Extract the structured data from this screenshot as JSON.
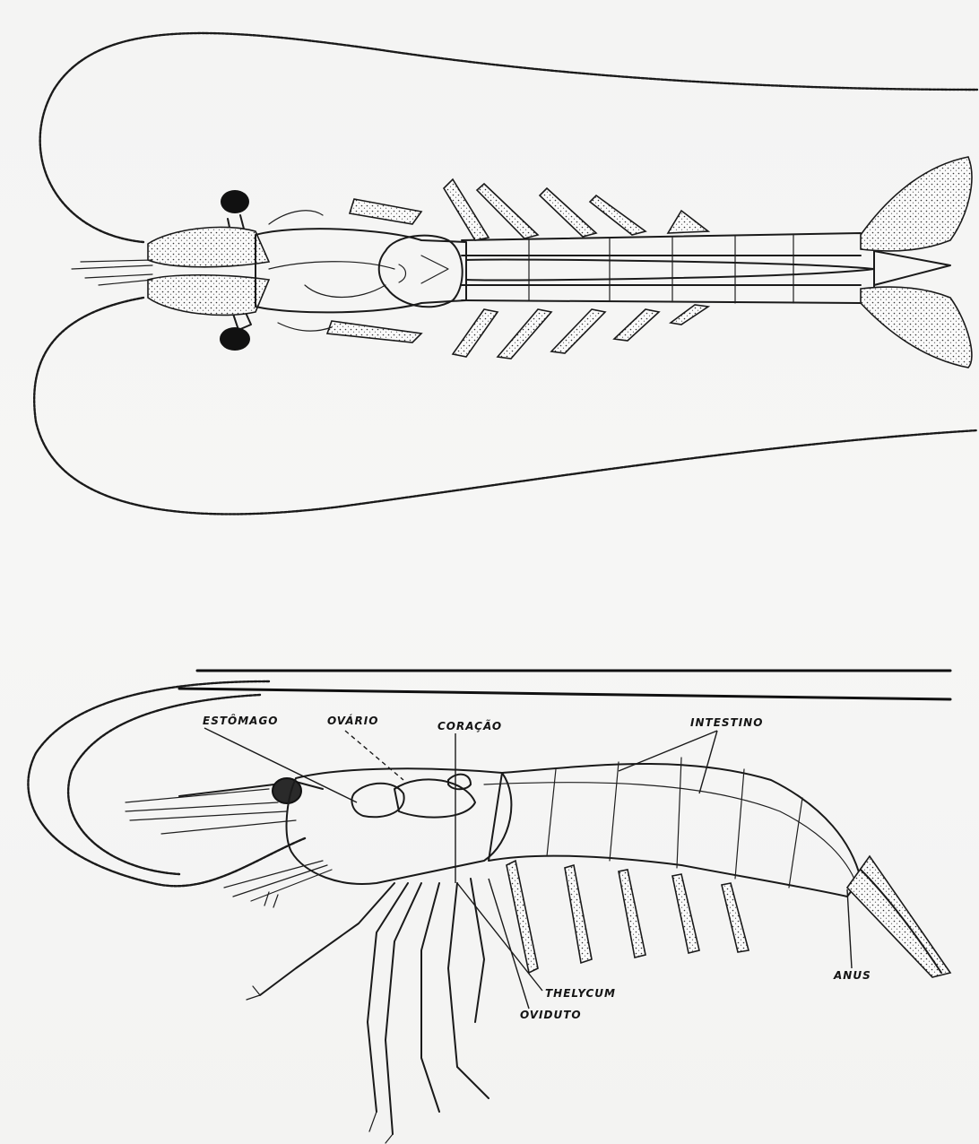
{
  "figure": {
    "labels": {
      "estomago": "ESTÔMAGO",
      "ovario": "OVÁRIO",
      "coracao": "CORAÇÃO",
      "intestino": "INTESTINO",
      "anus": "ANUS",
      "thelycum": "THELYCUM",
      "oviduto": "OVIDUTO"
    }
  },
  "colors": {
    "ink": "#1a1a1a",
    "paper": "#f5f5f4"
  }
}
